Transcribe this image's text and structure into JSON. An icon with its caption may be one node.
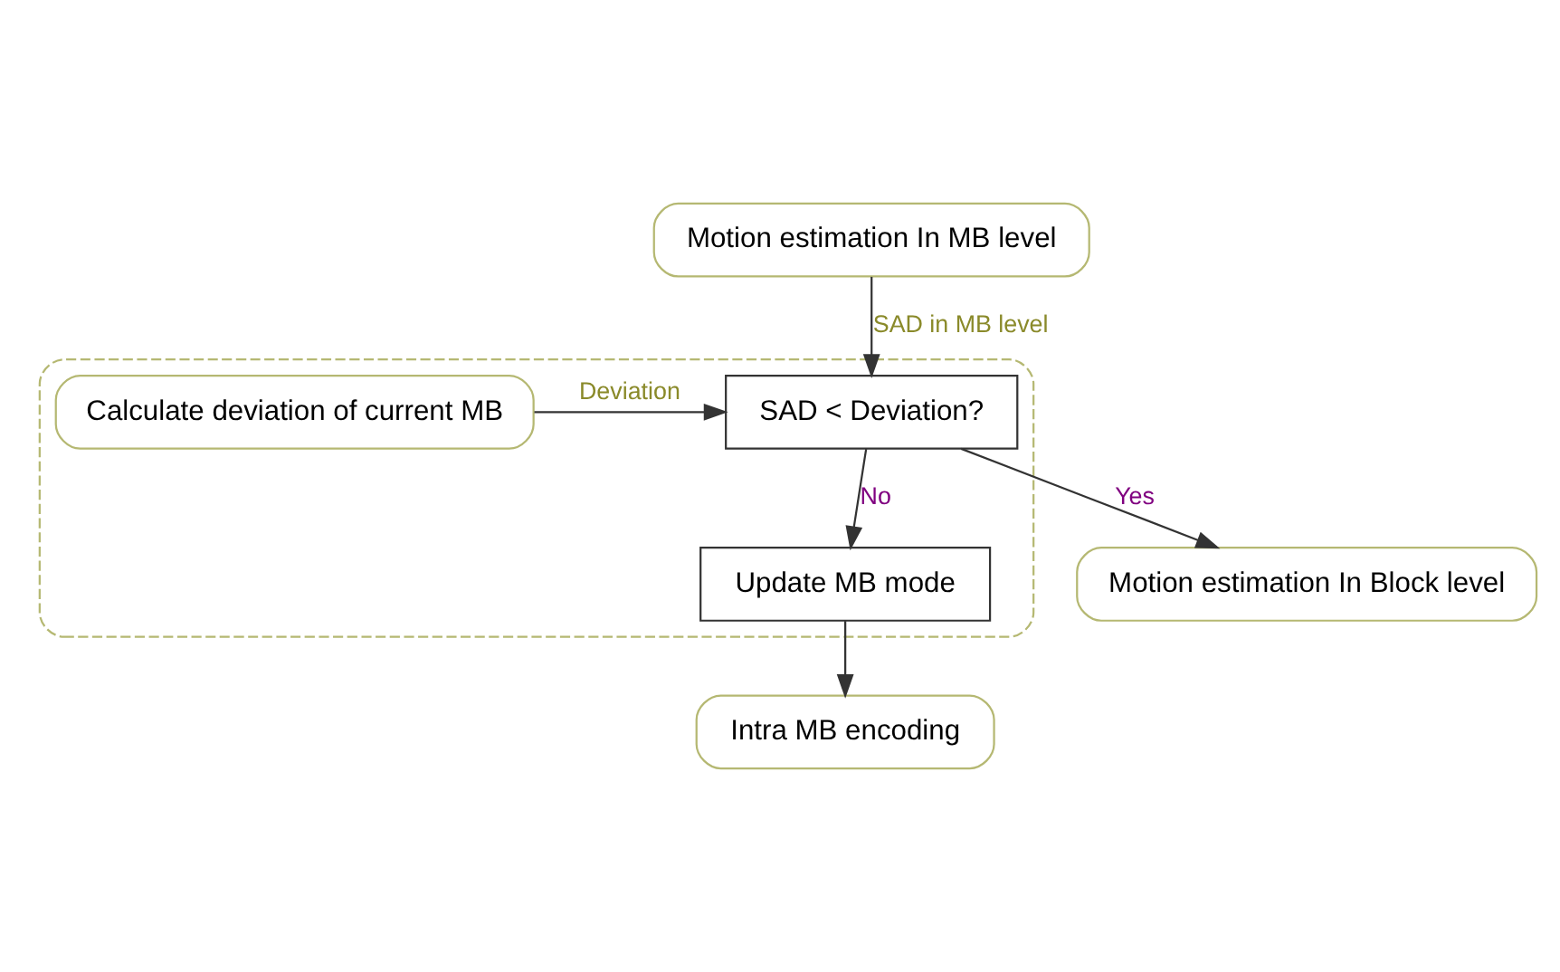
{
  "diagram": {
    "nodes": [
      {
        "text": [
          "Motion estimation In MB level"
        ]
      },
      {
        "text": [],
        "shape": "box"
      },
      {
        "text": [
          "SAD < Deviation?"
        ],
        "in": 1
      },
      {
        "text": [
          "Calculate deviation of current MB"
        ],
        "in": 1
      },
      {
        "text": [
          "Update MB mode"
        ],
        "in": 1
      },
      {
        "text": [
          "Motion estimation In Block level"
        ]
      },
      {
        "text": [
          "Intra MB encoding"
        ]
      }
    ],
    "edges": [
      {
        "from": 0,
        "to": 2,
        "arrow": "to",
        "label": "SAD in MB level"
      },
      {
        "from": 3,
        "to": 2,
        "arrow": "to",
        "label": "Deviation"
      },
      {
        "from": 2,
        "to": 4,
        "arrow": "to",
        "label": "No"
      },
      {
        "from": 2,
        "to": 5,
        "arrow": "to",
        "label": "Yes"
      },
      {
        "from": 4,
        "to": 6,
        "arrow": "to"
      }
    ]
  }
}
